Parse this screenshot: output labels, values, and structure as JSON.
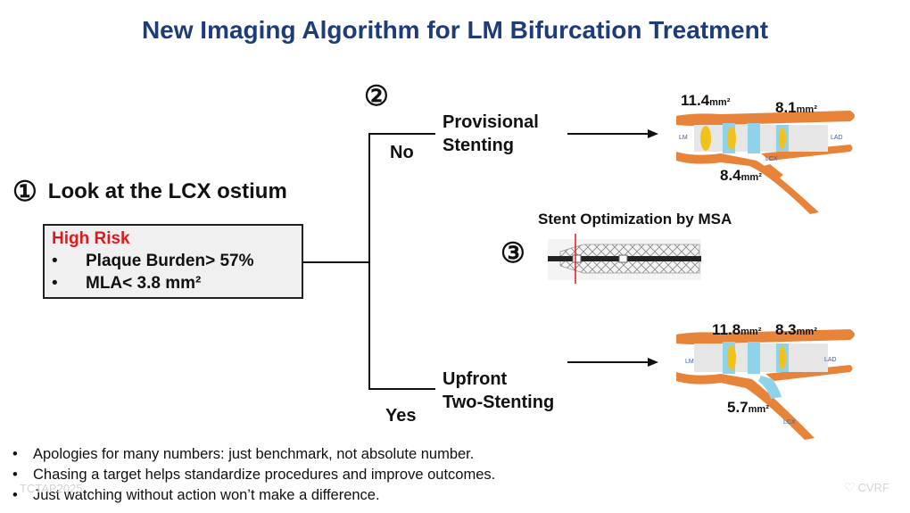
{
  "title": "New Imaging Algorithm for LM Bifurcation Treatment",
  "step1": {
    "number": "①",
    "label": "Look at the LCX ostium"
  },
  "risk_box": {
    "title": "High Risk",
    "items": [
      "Plaque Burden> 57%",
      "MLA< 3.8 mm²"
    ]
  },
  "branches": {
    "no_label": "No",
    "yes_label": "Yes",
    "step2_number": "②",
    "provisional_line1": "Provisional",
    "provisional_line2": "Stenting",
    "upfront_line1": "Upfront",
    "upfront_line2": "Two-Stenting",
    "step3_number": "③",
    "msa_label": "Stent Optimization by MSA"
  },
  "top_diagram": {
    "lm_area": "11.4",
    "lad_area": "8.1",
    "lcx_area": "8.4",
    "unit": "mm²",
    "lm_label": "LM",
    "lad_label": "LAD",
    "lcx_label": "LCX"
  },
  "bottom_diagram": {
    "lm_area": "11.8",
    "lad_area": "8.3",
    "lcx_area": "5.7",
    "unit": "mm²",
    "lm_label": "LM",
    "lad_label": "LAD",
    "lcx_label": "LCX"
  },
  "bullets": [
    "Apologies for many numbers: just benchmark, not absolute number.",
    "Chasing a target helps standardize procedures and improve outcomes.",
    "Just watching without action won’t make a difference."
  ],
  "watermarks": {
    "left": "TCTAP2025",
    "right": "CVRF"
  },
  "colors": {
    "title": "#1f3c7a",
    "risk": "#e0191e",
    "vessel": "#e8833a",
    "stent": "#8fd3ea",
    "lesion": "#f2c21c"
  }
}
